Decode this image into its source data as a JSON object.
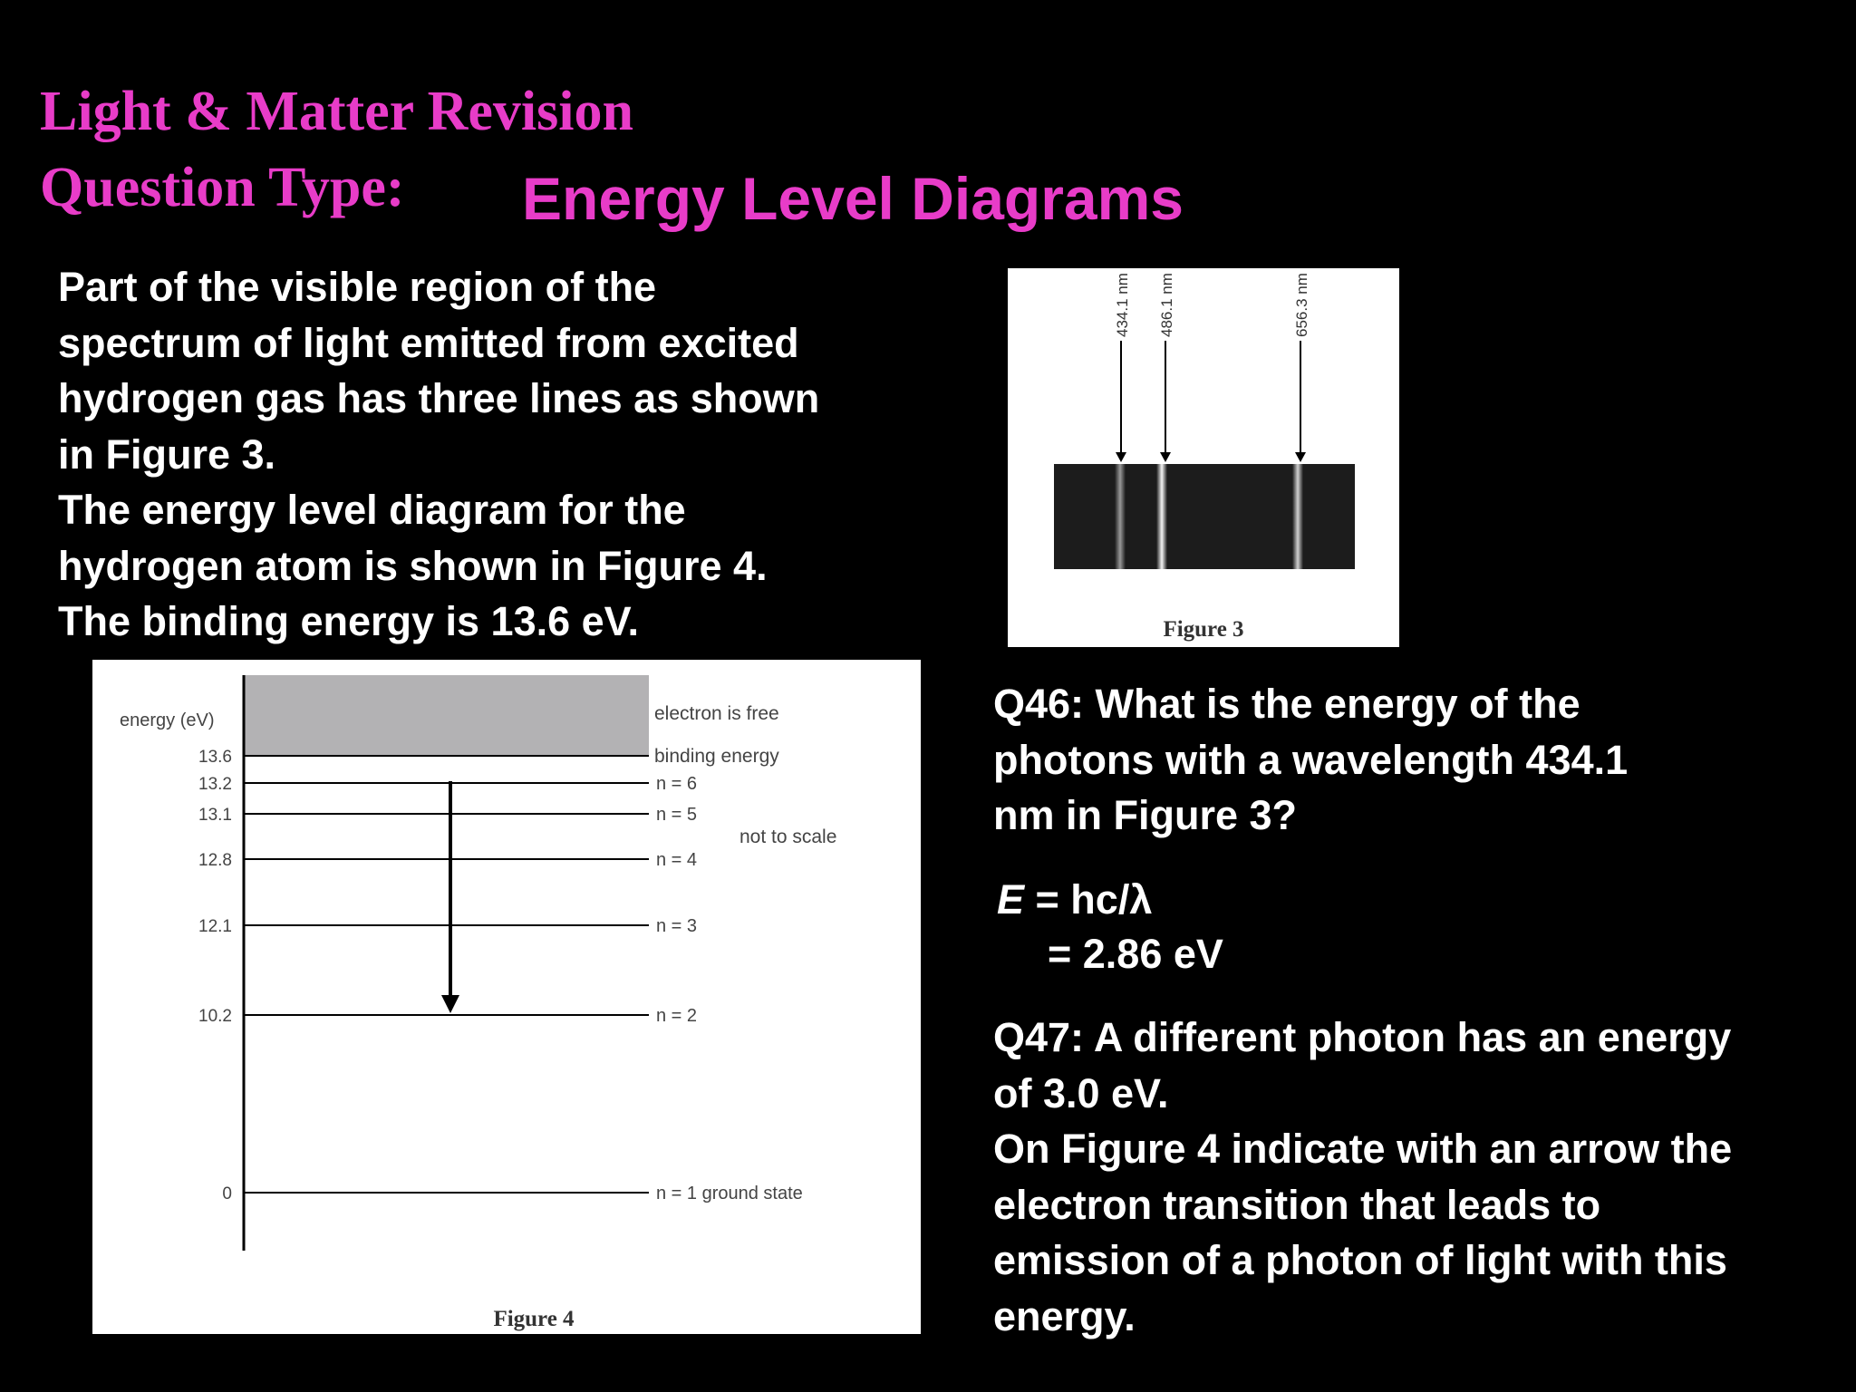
{
  "header": {
    "title_line1": "Light & Matter Revision",
    "title_line2": "Question Type:",
    "subtitle": "Energy Level Diagrams"
  },
  "intro_lines": [
    "Part of the visible region of the",
    "spectrum of light emitted from excited",
    "hydrogen gas has three lines as shown",
    "in Figure 3.",
    "The energy level diagram for the",
    "hydrogen atom is shown in Figure 4.",
    "The binding energy is 13.6 eV."
  ],
  "figure3": {
    "caption": "Figure 3",
    "lines": [
      {
        "label": "434.1 nm",
        "wavelength_nm": 434.1
      },
      {
        "label": "486.1 nm",
        "wavelength_nm": 486.1
      },
      {
        "label": "656.3 nm",
        "wavelength_nm": 656.3
      }
    ]
  },
  "figure4": {
    "caption": "Figure 4",
    "axis_label": "energy (eV)",
    "free_label": "electron is free",
    "note": "not to scale",
    "levels": [
      {
        "energy": "13.6",
        "label": "binding energy"
      },
      {
        "energy": "13.2",
        "label": "n = 6"
      },
      {
        "energy": "13.1",
        "label": "n = 5"
      },
      {
        "energy": "12.8",
        "label": "n = 4"
      },
      {
        "energy": "12.1",
        "label": "n = 3"
      },
      {
        "energy": "10.2",
        "label": "n = 2"
      },
      {
        "energy": "0",
        "label": "n = 1 ground state"
      }
    ],
    "transition": {
      "from": "n = 6",
      "to": "n = 2"
    }
  },
  "q46": {
    "lines": [
      "Q46: What is the energy of the",
      "photons with a wavelength 434.1",
      "nm in Figure 3?"
    ],
    "eq_var": "E",
    "eq_rest": " = hc/λ",
    "eq_result": "= 2.86 eV"
  },
  "q47": {
    "lines": [
      "Q47: A different photon has an energy",
      "of 3.0 eV.",
      "On Figure 4 indicate with an arrow the",
      "electron transition that leads to",
      "emission of a photon of light with this",
      "energy."
    ]
  }
}
